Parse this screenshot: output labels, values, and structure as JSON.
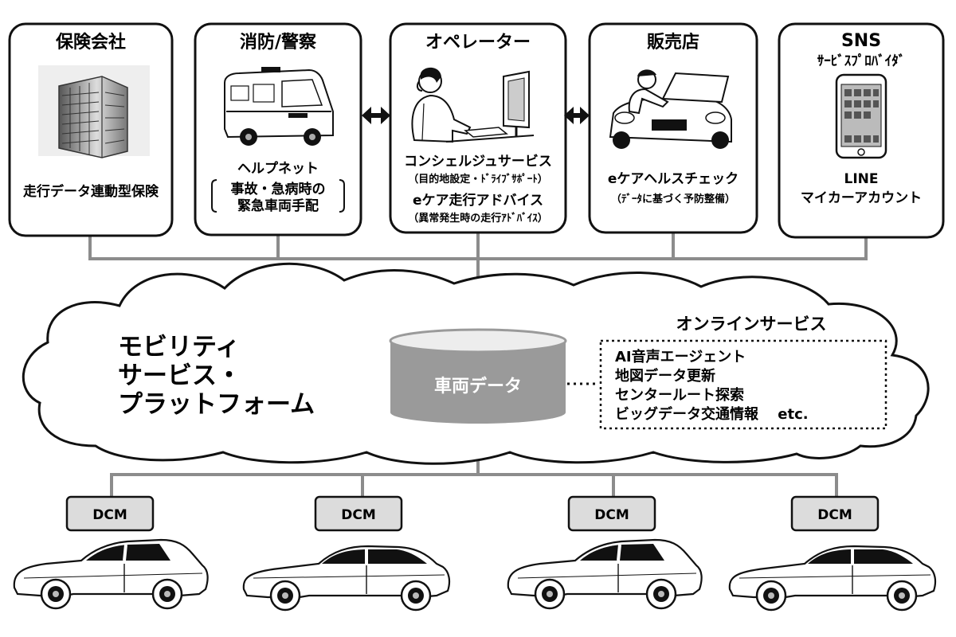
{
  "stakeholders": [
    {
      "title": "保険会社",
      "lines": [
        "走行データ連動型保険"
      ]
    },
    {
      "title": "消防/警察",
      "lines": [
        "ヘルプネット",
        "事故・急病時の",
        "緊急車両手配"
      ]
    },
    {
      "title": "オペレーター",
      "lines": [
        "コンシェルジュサービス",
        "（目的地設定・ﾄﾞﾗｲﾌﾞｻﾎﾟｰﾄ）",
        "eケア走行アドバイス",
        "（異常発生時の走行ｱﾄﾞﾊﾞｲｽ）"
      ]
    },
    {
      "title": "販売店",
      "lines": [
        "eケアヘルスチェック",
        "（ﾃﾞｰﾀに基づく予防整備）"
      ]
    },
    {
      "title": "SNS",
      "subtitle": "ｻｰﾋﾞｽﾌﾟﾛﾊﾞｲﾀﾞ",
      "lines": [
        "LINE",
        "マイカーアカウント"
      ]
    }
  ],
  "platform": {
    "label_lines": [
      "モビリティ",
      "サービス・",
      "プラットフォーム"
    ],
    "database_label": "車両データ"
  },
  "online_services": {
    "title": "オンラインサービス",
    "items": [
      "AI音声エージェント",
      "地図データ更新",
      "センタールート探索",
      "ビッグデータ交通情報　 etc."
    ]
  },
  "vehicles": [
    {
      "module": "DCM",
      "body": "hatchback"
    },
    {
      "module": "DCM",
      "body": "sedan"
    },
    {
      "module": "DCM",
      "body": "hatchback"
    },
    {
      "module": "DCM",
      "body": "sedan"
    }
  ],
  "icons": {
    "insurance": "office-building-icon",
    "emergency": "ambulance-icon",
    "operator": "call-center-operator-icon",
    "dealer": "car-mechanic-icon",
    "sns": "smartphone-icon",
    "link": "double-arrow-icon",
    "vehicle": "car-icon"
  },
  "colors": {
    "line": "#8c8c8c",
    "database": "#9a9a9a",
    "module": "#dcdcdc",
    "border": "#111111"
  }
}
